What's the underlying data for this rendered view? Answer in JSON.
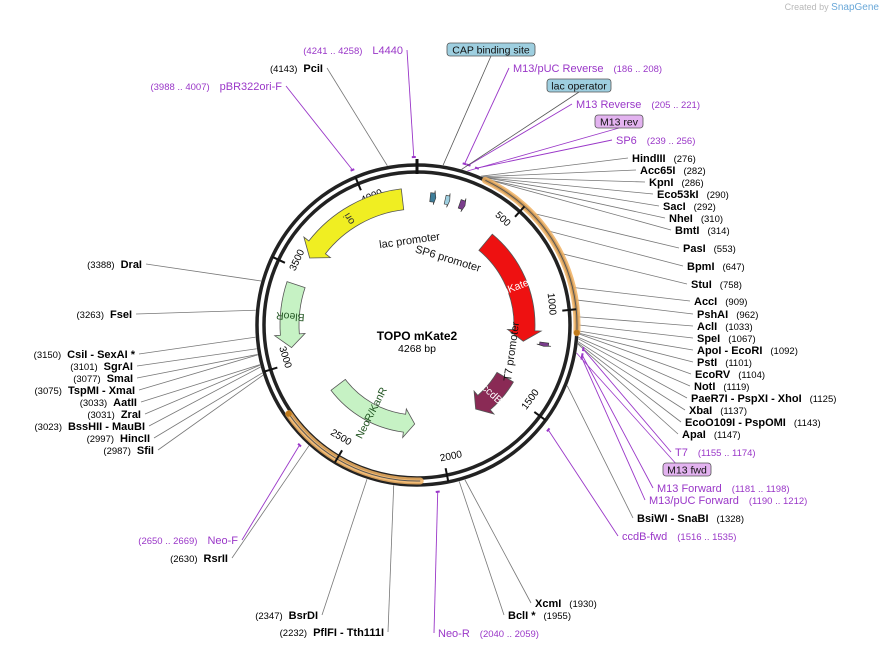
{
  "credit": {
    "created_by": "Created by",
    "brand": "SnapGene"
  },
  "plasmid": {
    "name": "TOPO mKate2",
    "size": "4268 bp",
    "length": 4268
  },
  "ticks": [
    "500",
    "1000",
    "1500",
    "2000",
    "2500",
    "3000",
    "3500",
    "4000"
  ],
  "colors": {
    "enzyme": "#000000",
    "primer": "#9a37c8",
    "leader": "#777777",
    "mkate2": "#ee1111",
    "ccdb": "#8a2a55",
    "ori": "#f0ee22",
    "green": "#c6f2c4",
    "orange": "#f0b060",
    "box_blue": "#9ecfe0",
    "box_purple": "#e3b3f0"
  },
  "features": [
    {
      "label": "mKate2",
      "start": 470,
      "end": 1170,
      "color": "#ee1111"
    },
    {
      "label": "ccdB",
      "start": 1430,
      "end": 1720,
      "color": "#8a2a55"
    },
    {
      "label": "NeoR/KanR",
      "start": 2150,
      "end": 2760,
      "color": "#c6f2c4"
    },
    {
      "label": "BleoR",
      "start": 3080,
      "end": 3420,
      "color": "#c6f2c4"
    },
    {
      "label": "ori",
      "start": 3580,
      "end": 4190,
      "color": "#f0ee22"
    }
  ],
  "promoters": [
    {
      "label": "lac promoter"
    },
    {
      "label": "SP6 promoter"
    },
    {
      "label": "T7 promoter"
    }
  ],
  "enzymes": [
    {
      "name": "PciI",
      "pos": "(4143)"
    },
    {
      "name": "HindIII",
      "pos": "(276)"
    },
    {
      "name": "Acc65I",
      "pos": "(282)"
    },
    {
      "name": "KpnI",
      "pos": "(286)"
    },
    {
      "name": "Eco53kI",
      "pos": "(290)"
    },
    {
      "name": "SacI",
      "pos": "(292)"
    },
    {
      "name": "NheI",
      "pos": "(310)"
    },
    {
      "name": "BmtI",
      "pos": "(314)"
    },
    {
      "name": "PasI",
      "pos": "(553)"
    },
    {
      "name": "BpmI",
      "pos": "(647)"
    },
    {
      "name": "StuI",
      "pos": "(758)"
    },
    {
      "name": "AccI",
      "pos": "(909)"
    },
    {
      "name": "PshAI",
      "pos": "(962)"
    },
    {
      "name": "AclI",
      "pos": "(1033)"
    },
    {
      "name": "SpeI",
      "pos": "(1067)"
    },
    {
      "name": "ApoI - EcoRI",
      "pos": "(1092)"
    },
    {
      "name": "PstI",
      "pos": "(1101)"
    },
    {
      "name": "EcoRV",
      "pos": "(1104)"
    },
    {
      "name": "NotI",
      "pos": "(1119)"
    },
    {
      "name": "PaeR7I - PspXI - XhoI",
      "pos": "(1125)"
    },
    {
      "name": "XbaI",
      "pos": "(1137)"
    },
    {
      "name": "EcoO109I - PspOMI",
      "pos": "(1143)"
    },
    {
      "name": "ApaI",
      "pos": "(1147)"
    },
    {
      "name": "BsiWI - SnaBI",
      "pos": "(1328)"
    },
    {
      "name": "XcmI",
      "pos": "(1930)"
    },
    {
      "name": "BclI *",
      "pos": "(1955)"
    },
    {
      "name": "PflFI - Tth111I",
      "pos": "(2232)"
    },
    {
      "name": "BsrDI",
      "pos": "(2347)"
    },
    {
      "name": "RsrII",
      "pos": "(2630)"
    },
    {
      "name": "SfiI",
      "pos": "(2987)"
    },
    {
      "name": "HincII",
      "pos": "(2997)"
    },
    {
      "name": "BssHII - MauBI",
      "pos": "(3023)"
    },
    {
      "name": "ZraI",
      "pos": "(3031)"
    },
    {
      "name": "AatII",
      "pos": "(3033)"
    },
    {
      "name": "TspMI - XmaI",
      "pos": "(3075)"
    },
    {
      "name": "SmaI",
      "pos": "(3077)"
    },
    {
      "name": "SgrAI",
      "pos": "(3101)"
    },
    {
      "name": "CsiI - SexAI *",
      "pos": "(3150)"
    },
    {
      "name": "FseI",
      "pos": "(3263)"
    },
    {
      "name": "DraI",
      "pos": "(3388)"
    }
  ],
  "primers": [
    {
      "name": "L4440",
      "range": "(4241 .. 4258)"
    },
    {
      "name": "pBR322ori-F",
      "range": "(3988 .. 4007)"
    },
    {
      "name": "M13/pUC Reverse",
      "range": "(186 .. 208)"
    },
    {
      "name": "M13 Reverse",
      "range": "(205 .. 221)"
    },
    {
      "name": "SP6",
      "range": "(239 .. 256)"
    },
    {
      "name": "T7",
      "range": "(1155 .. 1174)"
    },
    {
      "name": "M13 Forward",
      "range": "(1181 .. 1198)"
    },
    {
      "name": "M13/pUC Forward",
      "range": "(1190 .. 1212)"
    },
    {
      "name": "ccdB-fwd",
      "range": "(1516 .. 1535)"
    },
    {
      "name": "Neo-R",
      "range": "(2040 .. 2059)"
    },
    {
      "name": "Neo-F",
      "range": "(2650 .. 2669)"
    }
  ],
  "boxes": [
    {
      "name": "CAP binding site"
    },
    {
      "name": "lac operator"
    },
    {
      "name": "M13 rev"
    },
    {
      "name": "M13 fwd"
    }
  ]
}
